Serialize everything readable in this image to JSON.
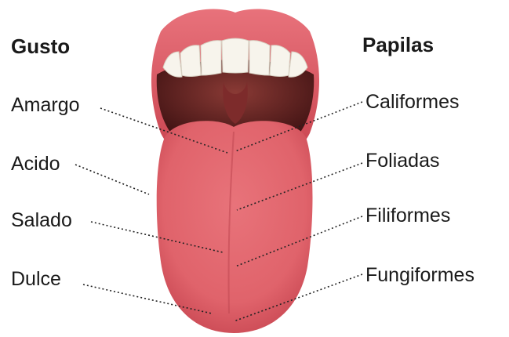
{
  "headings": {
    "taste": "Gusto",
    "papillae": "Papilas"
  },
  "taste_labels": [
    "Amargo",
    "Acido",
    "Salado",
    "Dulce"
  ],
  "papillae_labels": [
    "Califormes",
    "Foliadas",
    "Filiformes",
    "Fungiformes"
  ],
  "colors": {
    "lip": "#d9545f",
    "tongue": "#e4656c",
    "mouth_interior": "#5a1e1e",
    "teeth": "#f7f4ec",
    "text": "#1a1a1a"
  }
}
